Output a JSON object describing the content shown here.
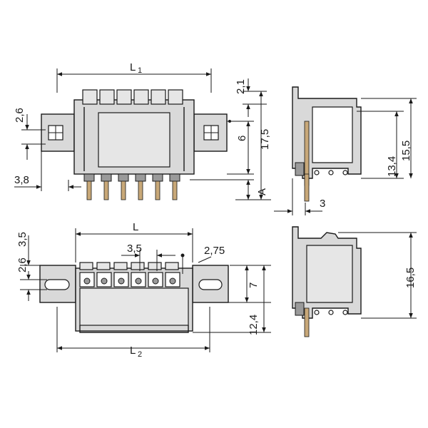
{
  "views": {
    "top_front": {
      "dim_L1": "L",
      "dim_L1_sub": "1",
      "dim_2_1": "2,1",
      "dim_2_6": "2,6",
      "dim_17_5": "17,5",
      "dim_6": "6",
      "dim_3_8": "3,8",
      "dim_A": "A"
    },
    "top_side": {
      "dim_13_4": "13,4",
      "dim_15_5": "15,5",
      "dim_3": "3"
    },
    "bottom_front": {
      "dim_L": "L",
      "dim_3_5_left": "3,5",
      "dim_3_5_pitch": "3,5",
      "dim_2_6": "2,6",
      "dim_2_75": "2,75",
      "dim_7": "7",
      "dim_12_4": "12,4",
      "dim_L2": "L",
      "dim_L2_sub": "2"
    },
    "bottom_side": {
      "dim_16_5": "16,5"
    }
  }
}
